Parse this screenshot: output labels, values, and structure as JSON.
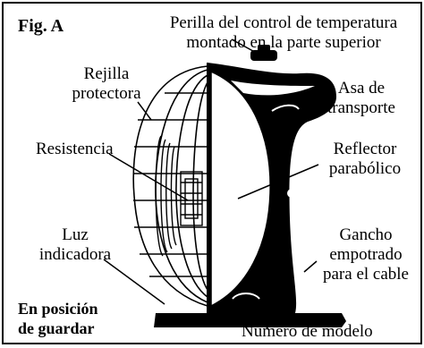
{
  "figure": {
    "fig_label": "Fig. A",
    "stowed_position": [
      "En posición",
      "de guardar"
    ]
  },
  "callouts": {
    "temperature_knob": [
      "Perilla del control de temperatura",
      "montado en la parte superior"
    ],
    "protective_grille": [
      "Rejilla",
      "protectora"
    ],
    "carry_handle": [
      "Asa de",
      "transporte"
    ],
    "heating_element": [
      "Resistencia"
    ],
    "parabolic_reflector": [
      "Reflector",
      "parabólico"
    ],
    "indicator_light": [
      "Luz",
      "indicadora"
    ],
    "cord_hook": [
      "Gancho",
      "empotrado",
      "para el cable"
    ],
    "model_number": [
      "Numero de modelo"
    ]
  },
  "colors": {
    "ink": "#000000",
    "paper": "#ffffff"
  }
}
